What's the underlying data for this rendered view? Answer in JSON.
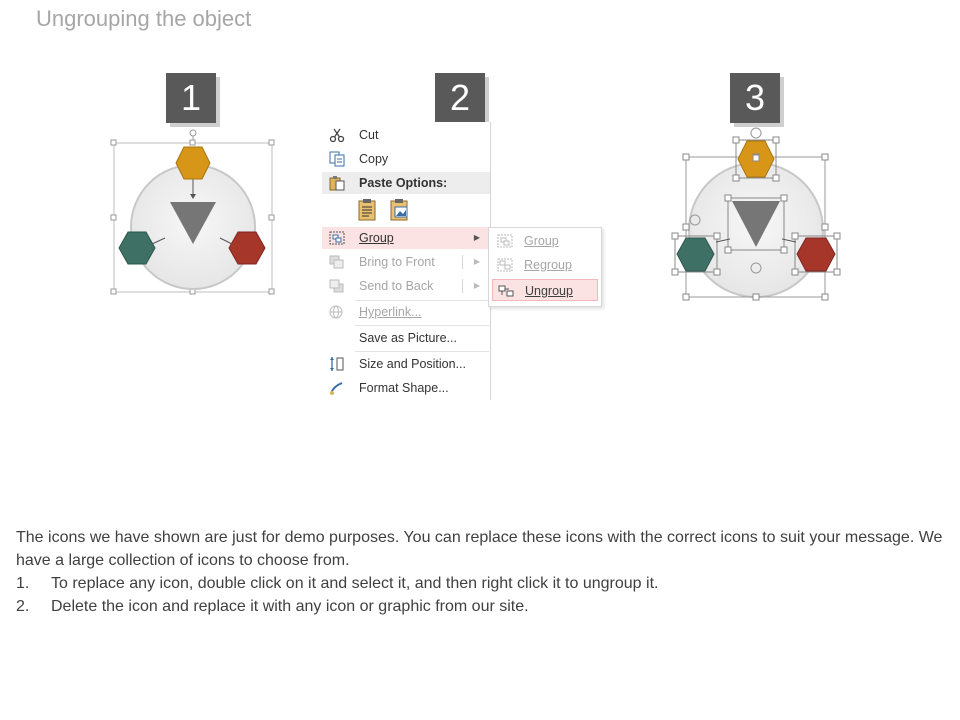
{
  "title": "Ungrouping the object",
  "steps": [
    "1",
    "2",
    "3"
  ],
  "menu": {
    "items": [
      {
        "label": "Cut",
        "icon": "scissors-icon",
        "disabled": false
      },
      {
        "label": "Copy",
        "icon": "copy-icon",
        "disabled": false
      },
      {
        "label": "Paste Options:",
        "icon": "paste-icon",
        "header": true
      },
      {
        "label": "Group",
        "icon": "group-icon",
        "submenu": true,
        "highlighted": true
      },
      {
        "label": "Bring to Front",
        "icon": "bring-to-front-icon",
        "disabled": true,
        "submenu": true
      },
      {
        "label": "Send to Back",
        "icon": "send-to-back-icon",
        "disabled": true,
        "submenu": true
      },
      {
        "label": "Hyperlink...",
        "icon": "hyperlink-icon",
        "disabled": true
      },
      {
        "label": "Save as Picture...",
        "icon": "",
        "disabled": false
      },
      {
        "label": "Size and Position...",
        "icon": "size-position-icon",
        "disabled": false
      },
      {
        "label": "Format Shape...",
        "icon": "format-shape-icon",
        "disabled": false
      }
    ],
    "paste_icons": [
      "paste-keep-formatting-icon",
      "paste-picture-icon"
    ]
  },
  "submenu": {
    "items": [
      {
        "label": "Group",
        "icon": "group-icon",
        "disabled": true
      },
      {
        "label": "Regroup",
        "icon": "regroup-icon",
        "disabled": true
      },
      {
        "label": "Ungroup",
        "icon": "ungroup-icon",
        "disabled": false,
        "highlighted": true
      }
    ]
  },
  "colors": {
    "hex_orange": "#d79618",
    "hex_teal": "#3f7066",
    "hex_red": "#a6352a",
    "triangle": "#767676",
    "circle_fill": "#f0f0f0",
    "step_box": "#595959",
    "highlight": "#fbe3e3"
  },
  "description": {
    "intro": "The icons we have shown are just for demo purposes. You can replace these icons with the correct icons to suit your message. We have a large collection of icons to choose from.",
    "steps": [
      {
        "num": "1.",
        "text": "To replace any icon, double click on it and select it, and then right click it to ungroup it."
      },
      {
        "num": "2.",
        "text": "Delete the icon and replace it with any icon or graphic from our site."
      }
    ]
  }
}
